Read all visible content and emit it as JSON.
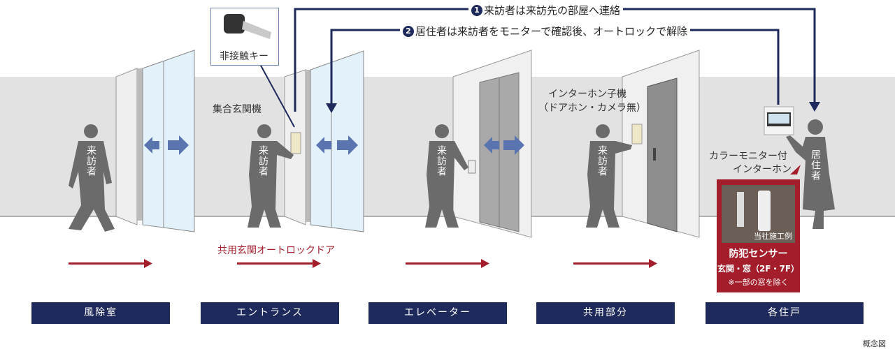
{
  "steps": [
    {
      "num": "1",
      "text": "来訪者は来訪先の部屋へ連絡"
    },
    {
      "num": "2",
      "text": "居住者は来訪者をモニターで確認後、オートロックで解除"
    }
  ],
  "callouts": {
    "key": "非接触キー",
    "panel": "集合玄関機",
    "autolock_door": "共用玄関オートロックドア",
    "sub_intercom_1": "インターホン子機",
    "sub_intercom_2": "（ドアホン・カメラ無）",
    "monitor_1": "カラーモニター付",
    "monitor_2": "インターホン"
  },
  "figures": {
    "visitor": "来訪者",
    "resident": "居住者"
  },
  "sensor": {
    "photo_caption": "当社施工例",
    "title": "防犯センサー",
    "line2": "玄関・窓（2F・7F）",
    "note": "※一部の窓を除く"
  },
  "zones": [
    "風除室",
    "エントランス",
    "エレベーター",
    "共用部分",
    "各住戸"
  ],
  "footnote": "概念図",
  "colors": {
    "navy": "#1f2a5c",
    "red": "#a31d2b",
    "wall": "#e2e2e2",
    "figure": "#6b6b6b",
    "arrow_blue": "#5a74b0"
  }
}
